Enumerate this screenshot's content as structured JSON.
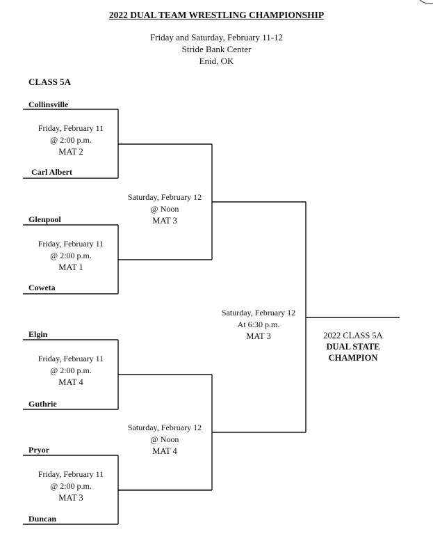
{
  "header": {
    "title": "2022 DUAL TEAM WRESTLING CHAMPIONSHIP",
    "dates": "Friday and Saturday, February 11-12",
    "venue": "Stride Bank Center",
    "city": "Enid, OK"
  },
  "class_label": "CLASS 5A",
  "first_round": [
    {
      "team_top": "Collinsville",
      "team_bottom": "Carl Albert",
      "date": "Friday, February 11",
      "time": "@ 2:00 p.m.",
      "mat": "MAT 2"
    },
    {
      "team_top": "Glenpool",
      "team_bottom": "Coweta",
      "date": "Friday, February 11",
      "time": "@ 2:00 p.m.",
      "mat": "MAT 1"
    },
    {
      "team_top": "Elgin",
      "team_bottom": "Guthrie",
      "date": "Friday, February 11",
      "time": "@ 2:00 p.m.",
      "mat": "MAT 4"
    },
    {
      "team_top": "Pryor",
      "team_bottom": "Duncan",
      "date": "Friday, February 11",
      "time": "@ 2:00 p.m.",
      "mat": "MAT 3"
    }
  ],
  "semifinals": [
    {
      "date": "Saturday, February 12",
      "time": "@ Noon",
      "mat": "MAT 3"
    },
    {
      "date": "Saturday, February 12",
      "time": "@ Noon",
      "mat": "MAT 4"
    }
  ],
  "final": {
    "date": "Saturday, February 12",
    "time": "At 6:30 p.m.",
    "mat": "MAT 3"
  },
  "champion": {
    "line1": "2022 CLASS 5A",
    "line2": "DUAL STATE",
    "line3": "CHAMPION"
  }
}
